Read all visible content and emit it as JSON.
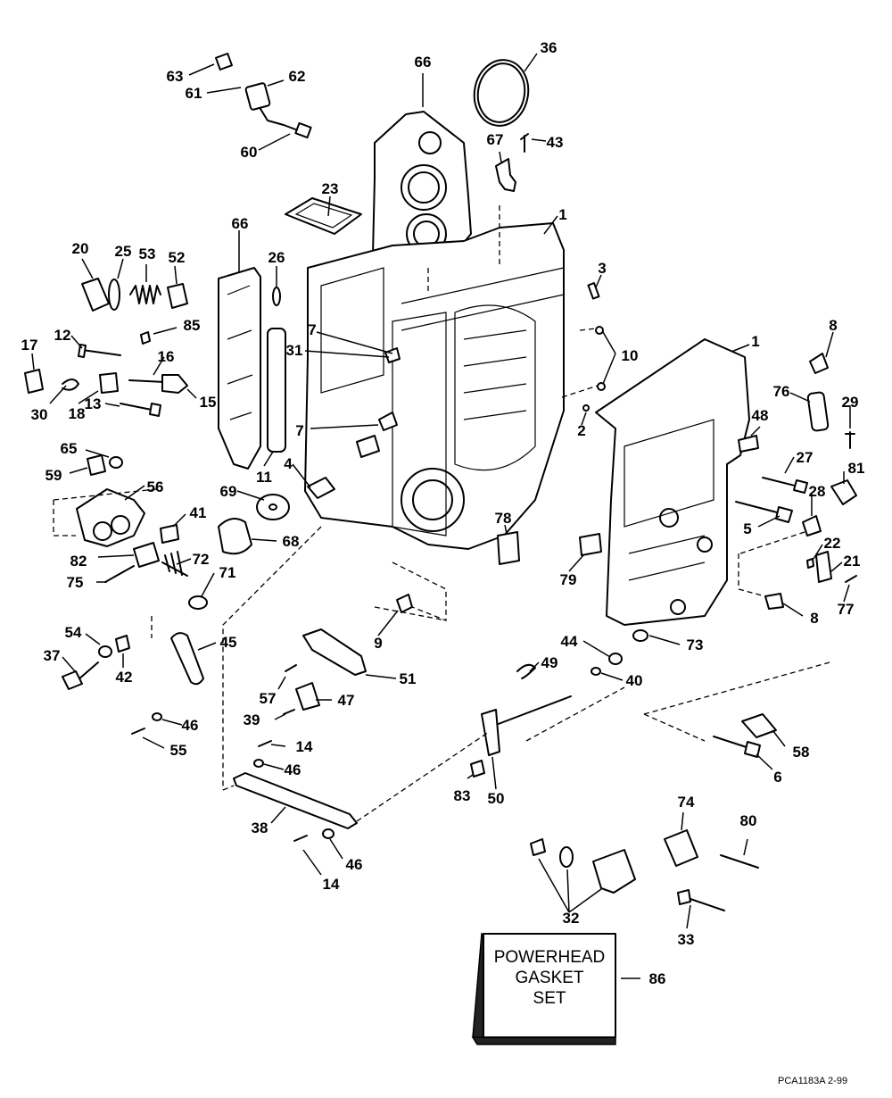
{
  "diagram": {
    "document_code": "PCA1183A  2-99",
    "gasket_set_lines": [
      "POWERHEAD",
      "GASKET",
      "SET"
    ],
    "callouts": [
      {
        "id": "c63",
        "text": "63"
      },
      {
        "id": "c62",
        "text": "62"
      },
      {
        "id": "c61",
        "text": "61"
      },
      {
        "id": "c60",
        "text": "60"
      },
      {
        "id": "c66a",
        "text": "66"
      },
      {
        "id": "c36",
        "text": "36"
      },
      {
        "id": "c67",
        "text": "67"
      },
      {
        "id": "c43",
        "text": "43"
      },
      {
        "id": "c23",
        "text": "23"
      },
      {
        "id": "c1a",
        "text": "1"
      },
      {
        "id": "c66b",
        "text": "66"
      },
      {
        "id": "c26",
        "text": "26"
      },
      {
        "id": "c20",
        "text": "20"
      },
      {
        "id": "c25",
        "text": "25"
      },
      {
        "id": "c53",
        "text": "53"
      },
      {
        "id": "c52",
        "text": "52"
      },
      {
        "id": "c3",
        "text": "3"
      },
      {
        "id": "c8a",
        "text": "8"
      },
      {
        "id": "c12",
        "text": "12"
      },
      {
        "id": "c85",
        "text": "85"
      },
      {
        "id": "c17",
        "text": "17"
      },
      {
        "id": "c7a",
        "text": "7"
      },
      {
        "id": "c31",
        "text": "31"
      },
      {
        "id": "c10",
        "text": "10"
      },
      {
        "id": "c1b",
        "text": "1"
      },
      {
        "id": "c16",
        "text": "16"
      },
      {
        "id": "c76",
        "text": "76"
      },
      {
        "id": "c29",
        "text": "29"
      },
      {
        "id": "c30",
        "text": "30"
      },
      {
        "id": "c18",
        "text": "18"
      },
      {
        "id": "c15",
        "text": "15"
      },
      {
        "id": "c13",
        "text": "13"
      },
      {
        "id": "c2",
        "text": "2"
      },
      {
        "id": "c48",
        "text": "48"
      },
      {
        "id": "c7b",
        "text": "7"
      },
      {
        "id": "c65",
        "text": "65"
      },
      {
        "id": "c59",
        "text": "59"
      },
      {
        "id": "c11",
        "text": "11"
      },
      {
        "id": "c4",
        "text": "4"
      },
      {
        "id": "c27",
        "text": "27"
      },
      {
        "id": "c81",
        "text": "81"
      },
      {
        "id": "c56",
        "text": "56"
      },
      {
        "id": "c69",
        "text": "69"
      },
      {
        "id": "c28",
        "text": "28"
      },
      {
        "id": "c41",
        "text": "41"
      },
      {
        "id": "c5",
        "text": "5"
      },
      {
        "id": "c78",
        "text": "78"
      },
      {
        "id": "c68",
        "text": "68"
      },
      {
        "id": "c22",
        "text": "22"
      },
      {
        "id": "c82",
        "text": "82"
      },
      {
        "id": "c72",
        "text": "72"
      },
      {
        "id": "c79",
        "text": "79"
      },
      {
        "id": "c21",
        "text": "21"
      },
      {
        "id": "c75",
        "text": "75"
      },
      {
        "id": "c71",
        "text": "71"
      },
      {
        "id": "c77",
        "text": "77"
      },
      {
        "id": "c8b",
        "text": "8"
      },
      {
        "id": "c9",
        "text": "9"
      },
      {
        "id": "c54",
        "text": "54"
      },
      {
        "id": "c45",
        "text": "45"
      },
      {
        "id": "c44",
        "text": "44"
      },
      {
        "id": "c73",
        "text": "73"
      },
      {
        "id": "c37",
        "text": "37"
      },
      {
        "id": "c42",
        "text": "42"
      },
      {
        "id": "c51",
        "text": "51"
      },
      {
        "id": "c49",
        "text": "49"
      },
      {
        "id": "c40",
        "text": "40"
      },
      {
        "id": "c57",
        "text": "57"
      },
      {
        "id": "c47",
        "text": "47"
      },
      {
        "id": "c46a",
        "text": "46"
      },
      {
        "id": "c39",
        "text": "39"
      },
      {
        "id": "c55",
        "text": "55"
      },
      {
        "id": "c58",
        "text": "58"
      },
      {
        "id": "c14a",
        "text": "14"
      },
      {
        "id": "c46b",
        "text": "46"
      },
      {
        "id": "c6",
        "text": "6"
      },
      {
        "id": "c83",
        "text": "83"
      },
      {
        "id": "c50",
        "text": "50"
      },
      {
        "id": "c38",
        "text": "38"
      },
      {
        "id": "c74",
        "text": "74"
      },
      {
        "id": "c80",
        "text": "80"
      },
      {
        "id": "c46c",
        "text": "46"
      },
      {
        "id": "c14b",
        "text": "14"
      },
      {
        "id": "c32",
        "text": "32"
      },
      {
        "id": "c33",
        "text": "33"
      },
      {
        "id": "c86",
        "text": "86"
      }
    ]
  }
}
